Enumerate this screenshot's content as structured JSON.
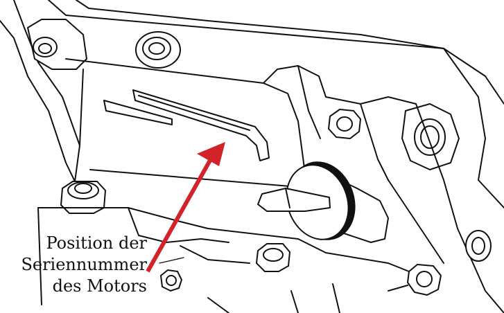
{
  "caption": {
    "line1": "Position der",
    "line2": "Seriennummer",
    "line3": "des Motors"
  },
  "colors": {
    "arrow": "#d2232a",
    "line": "#111111",
    "background": "#ffffff"
  }
}
